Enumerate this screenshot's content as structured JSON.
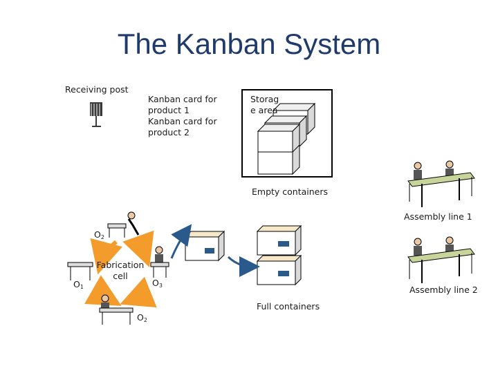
{
  "title": "The Kanban System",
  "labels": {
    "receiving_post": "Receiving post",
    "kanban_card_1": "Kanban card for product 1",
    "kanban_card_2": "Kanban card for product 2",
    "storage_area_line1": "Storag",
    "storage_area_line2": "e area",
    "empty_containers": "Empty containers",
    "full_containers": "Full containers",
    "assembly_line_1": "Assembly line 1",
    "assembly_line_2": "Assembly line 2",
    "fabrication_cell_line1": "Fabrication",
    "fabrication_cell_line2": "cell",
    "o_letter": "O",
    "o1_sub": "1",
    "o2_top_sub": "2",
    "o3_sub": "3",
    "o2_bottom_sub": "2"
  },
  "colors": {
    "title": "#1f3a6b",
    "arrow_blue": "#2a5a8c",
    "container_face": "#ffffff",
    "container_side": "#d9d9d9",
    "container_top": "#efefef",
    "cycle_orange": "#f39c2b",
    "cycle_yellow": "#f6c744",
    "post_dark": "#3a3a3a",
    "worker_skin": "#e9c9a5",
    "table_green": "#c8d59a"
  }
}
